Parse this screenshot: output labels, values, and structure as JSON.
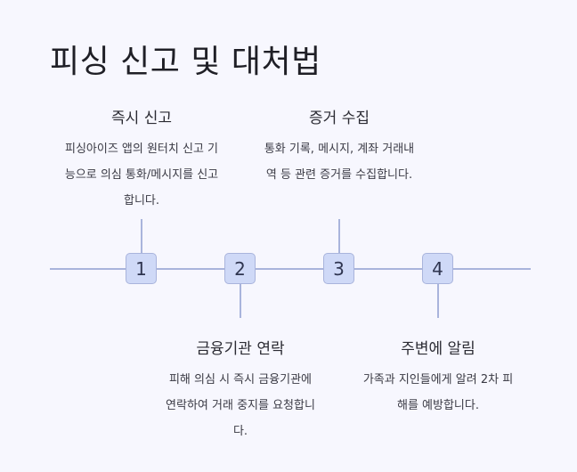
{
  "title": "피싱 신고 및 대처법",
  "steps": [
    {
      "number": "1",
      "title": "즉시 신고",
      "desc": "피싱아이즈 앱의 원터치 신고 기능으로 의심 통화/메시지를 신고합니다."
    },
    {
      "number": "2",
      "title": "금융기관 연락",
      "desc": "피해 의심 시 즉시 금융기관에 연락하여 거래 중지를 요청합니다."
    },
    {
      "number": "3",
      "title": "증거 수집",
      "desc": "통화 기록, 메시지, 계좌 거래내역 등 관련 증거를 수집합니다."
    },
    {
      "number": "4",
      "title": "주변에 알림",
      "desc": "가족과 지인들에게 알려 2차 피해를 예방합니다."
    }
  ]
}
